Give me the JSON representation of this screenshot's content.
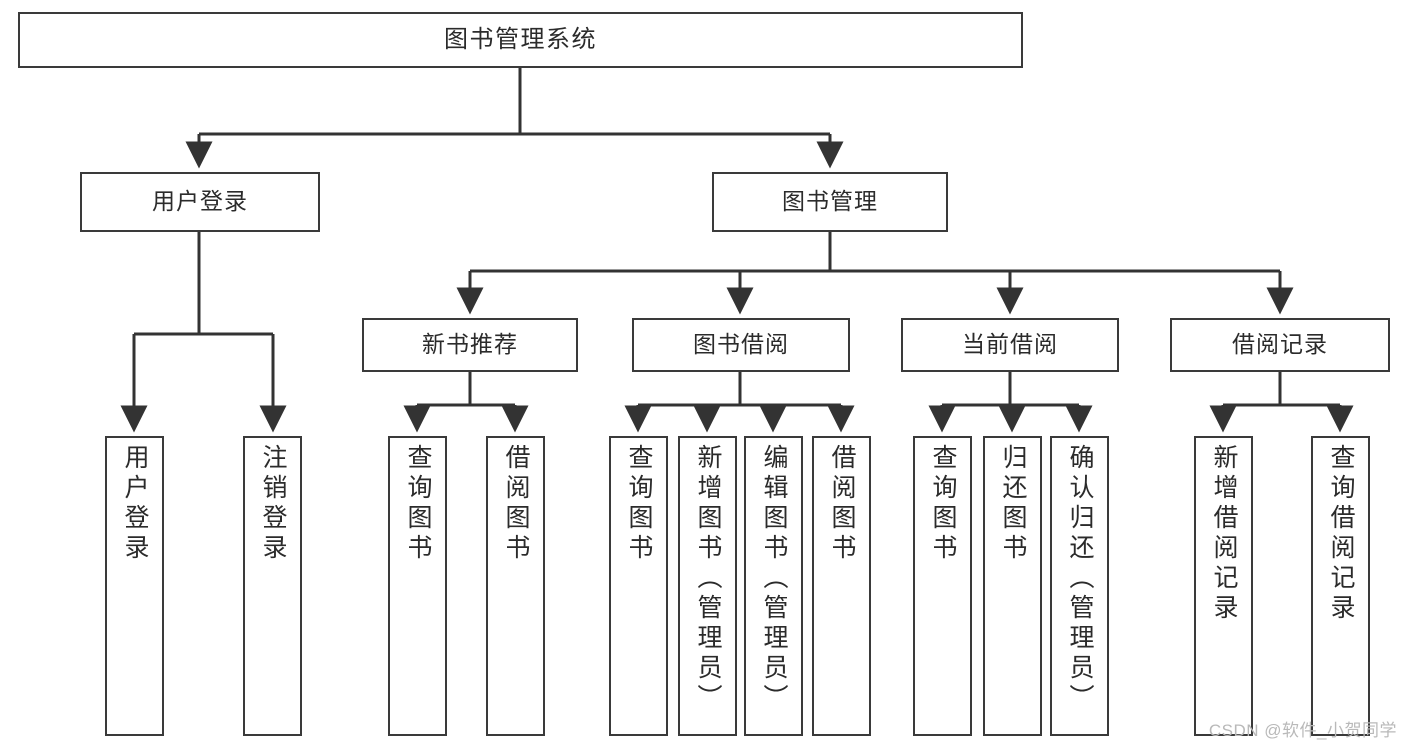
{
  "diagram": {
    "title": "图书管理系统",
    "type": "tree-hierarchy-diagram",
    "colors": {
      "background": "#ffffff",
      "box_border": "#3a3a3a",
      "box_fill": "#ffffff",
      "text": "#2b2b2b",
      "connector": "#333333",
      "watermark": "#b9b9b9"
    },
    "root": {
      "label": "图书管理系统"
    },
    "level2": [
      {
        "label": "用户登录"
      },
      {
        "label": "图书管理"
      }
    ],
    "level3": [
      {
        "label": "新书推荐"
      },
      {
        "label": "图书借阅"
      },
      {
        "label": "当前借阅"
      },
      {
        "label": "借阅记录"
      }
    ],
    "leaves": {
      "user_login": [
        {
          "label": "用户登录"
        },
        {
          "label": "注销登录"
        }
      ],
      "new_book_recommend": [
        {
          "label": "查询图书"
        },
        {
          "label": "借阅图书"
        }
      ],
      "book_borrow": [
        {
          "label": "查询图书"
        },
        {
          "label": "新增图书（管理员）"
        },
        {
          "label": "编辑图书（管理员）"
        },
        {
          "label": "借阅图书"
        }
      ],
      "current_borrow": [
        {
          "label": "查询图书"
        },
        {
          "label": "归还图书"
        },
        {
          "label": "确认归还（管理员）"
        }
      ],
      "borrow_record": [
        {
          "label": "新增借阅记录"
        },
        {
          "label": "查询借阅记录"
        }
      ]
    },
    "watermark": "CSDN @软件_小贺同学"
  }
}
